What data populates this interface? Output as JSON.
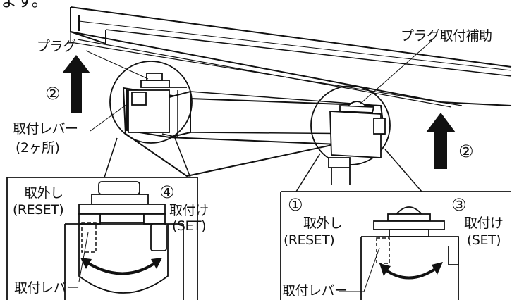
{
  "top_text": "ます。",
  "labels": {
    "plug": "プラグ",
    "plug_mount_aid": "プラグ取付補助",
    "lever_left_line1": "取付レバー",
    "lever_left_line2": "(2ヶ所)",
    "inset_left_remove_line1": "取外し",
    "inset_left_remove_line2": "(RESET)",
    "inset_left_attach_line1": "取付け",
    "inset_left_attach_line2": "(SET)",
    "inset_left_lever": "取付レバー",
    "inset_right_remove_line1": "取外し",
    "inset_right_remove_line2": "(RESET)",
    "inset_right_attach_line1": "取付け",
    "inset_right_attach_line2": "(SET)",
    "inset_right_lever": "取付レバー"
  },
  "step_numbers": {
    "left_arrow": "②",
    "right_arrow": "②",
    "inset_left": "④",
    "inset_right_1": "①",
    "inset_right_3": "③"
  },
  "colors": {
    "ink": "#111111",
    "background": "#ffffff",
    "bracket_fill": "#f2f2f2"
  }
}
